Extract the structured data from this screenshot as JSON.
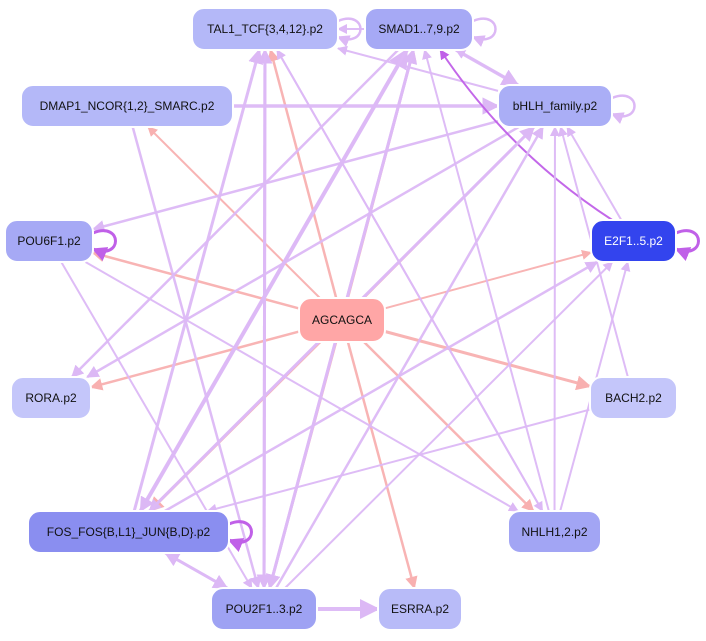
{
  "colors": {
    "background": "#ffffff",
    "node_fill_light": "#b4b8f8",
    "node_fill_mid": "#a6a9f5",
    "node_fill_dark": "#8a8ef0",
    "node_fill_strong": "#3344ee",
    "node_fill_center": "#ffa6a6",
    "edge_violet": "#dcb8f5",
    "edge_purple": "#c060e8",
    "edge_pink": "#f8b8b8",
    "node_stroke": "#ffffff"
  },
  "nodes": [
    {
      "id": "tal1",
      "label": "TAL1_TCF{3,4,12}.p2",
      "fill": "#b4b8f8",
      "text": "#111111"
    },
    {
      "id": "smad",
      "label": "SMAD1..7,9.p2",
      "fill": "#a6a9f5",
      "text": "#111111"
    },
    {
      "id": "dmap1",
      "label": "DMAP1_NCOR{1,2}_SMARC.p2",
      "fill": "#b4b8f8",
      "text": "#111111"
    },
    {
      "id": "bhlh",
      "label": "bHLH_family.p2",
      "fill": "#aaaef6",
      "text": "#111111"
    },
    {
      "id": "pou6f1",
      "label": "POU6F1.p2",
      "fill": "#a6a9f5",
      "text": "#111111"
    },
    {
      "id": "e2f1",
      "label": "E2F1..5.p2",
      "fill": "#3344ee",
      "text": "#ffffff"
    },
    {
      "id": "center",
      "label": "AGCAGCA",
      "fill": "#ffa6a6",
      "text": "#111111"
    },
    {
      "id": "rora",
      "label": "RORA.p2",
      "fill": "#c4c6fa",
      "text": "#111111"
    },
    {
      "id": "bach2",
      "label": "BACH2.p2",
      "fill": "#c4c6fa",
      "text": "#111111"
    },
    {
      "id": "fos",
      "label": "FOS_FOS{B,L1}_JUN{B,D}.p2",
      "fill": "#8a8ef0",
      "text": "#111111"
    },
    {
      "id": "nhlh",
      "label": "NHLH1,2.p2",
      "fill": "#a2a5f4",
      "text": "#111111"
    },
    {
      "id": "pou2f1",
      "label": "POU2F1..3.p2",
      "fill": "#9ea2f3",
      "text": "#111111"
    },
    {
      "id": "esrra",
      "label": "ESRRA.p2",
      "fill": "#b8bbf8",
      "text": "#111111"
    }
  ]
}
